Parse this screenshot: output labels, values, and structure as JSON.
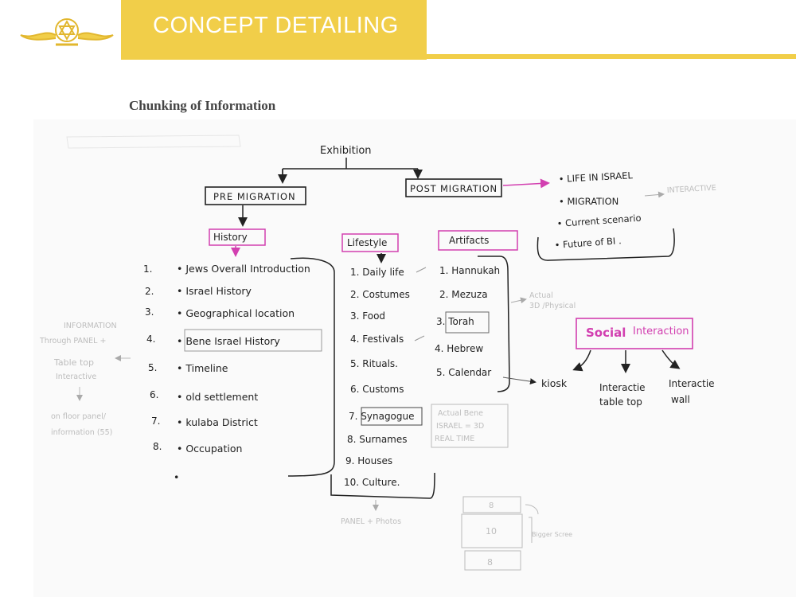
{
  "header": {
    "title": "CONCEPT DETAILING",
    "accent_color": "#f1ce49",
    "logo_icon": "star-of-david-crest-icon"
  },
  "section_title": "Chunking of Information",
  "diagram": {
    "root": "Exhibition",
    "pre_migration": "PRE MIGRATION",
    "post_migration": "POST MIGRATION",
    "post_items": [
      "• LIFE IN ISRAEL",
      "• MIGRATION",
      "• Current scenario",
      "• Future of BI ."
    ],
    "interactive_note": "INTERACTIVE",
    "history": {
      "label": "History",
      "numbers": [
        "1.",
        "2.",
        "3.",
        "4.",
        "5.",
        "6.",
        "7.",
        "8."
      ],
      "items": [
        "• Jews Overall Introduction",
        "• Israel History",
        "• Geographical location",
        "• Bene Israel History",
        "• Timeline",
        "• old settlement",
        "• kulaba District",
        "• Occupation",
        "•"
      ]
    },
    "lifestyle": {
      "label": "Lifestyle",
      "items": [
        "1. Daily life",
        "2. Costumes",
        "3. Food",
        "4. Festivals",
        "5. Rituals.",
        "6. Customs",
        "7. Synagogue",
        "8. Surnames",
        "9. Houses",
        "10. Culture."
      ]
    },
    "artifacts": {
      "label": "Artifacts",
      "items": [
        "1. Hannukah",
        "2. Mezuza",
        "3. Torah",
        "4. Hebrew",
        "5. Calendar"
      ]
    },
    "actual_note": [
      "Actual",
      "3D /Physical"
    ],
    "bene_note": [
      "Actual Bene",
      "ISRAEL = 3D",
      "REAL TIME"
    ],
    "social": {
      "label_strong": "Social",
      "label_rest": "Interaction",
      "children": [
        "kiosk",
        "Interactie",
        "table top",
        "Interactie",
        "wall"
      ]
    },
    "info_note": [
      "INFORMATION",
      "Through PANEL +",
      "Table top",
      "Interactive",
      "on floor panel/",
      "information (55)"
    ],
    "panel_note": "PANEL + Photos",
    "sketch_numbers": [
      "8",
      "10",
      "8"
    ],
    "bigger_screen": "Bigger Scree"
  }
}
